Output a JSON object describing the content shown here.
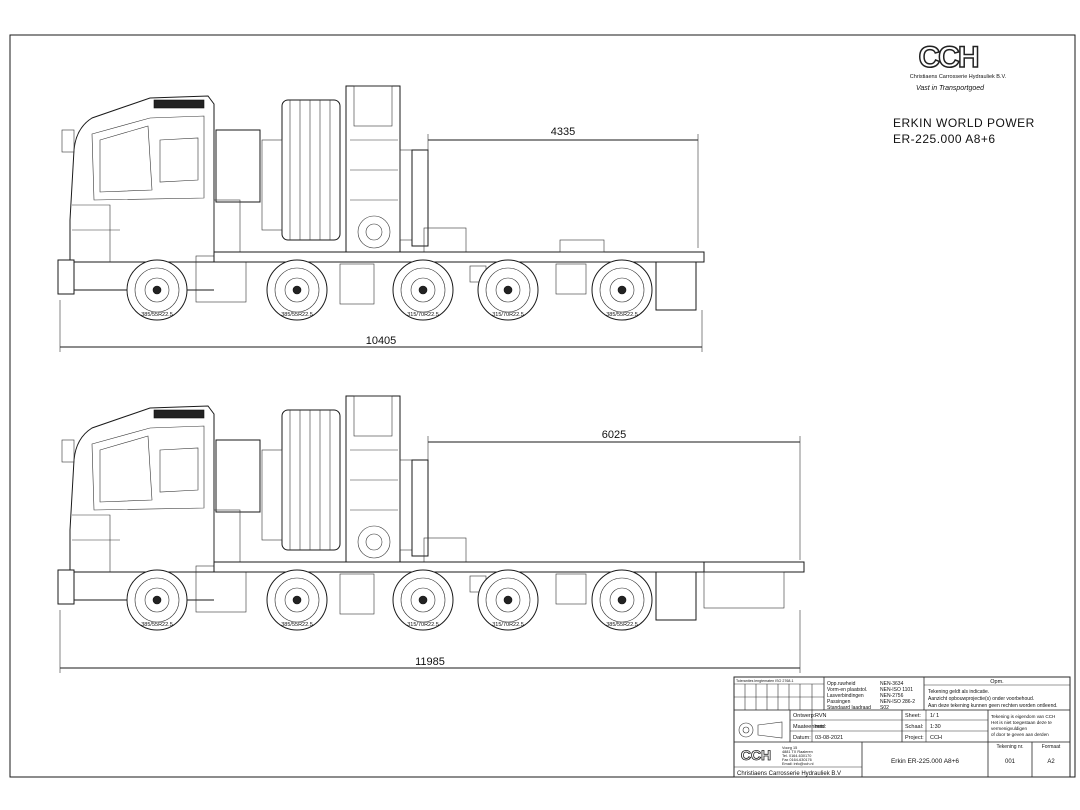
{
  "logo": {
    "text": "CCH",
    "company": "Christiaens Carrosserie Hydrauliek B.V.",
    "slogan": "Vast in Transportgoed"
  },
  "title": {
    "line1": "ERKIN WORLD POWER",
    "line2": "ER-225.000 A8+6"
  },
  "views": [
    {
      "reach_dim": "4335",
      "overall_dim": "10405",
      "tires": [
        "385/55R22.5",
        "385/55R22.5",
        "315/70R22.5",
        "315/70R22.5",
        "385/55R22.5"
      ]
    },
    {
      "reach_dim": "6025",
      "overall_dim": "11985",
      "tires": [
        "385/55R22.5",
        "385/55R22.5",
        "315/70R22.5",
        "315/70R22.5",
        "385/55R22.5"
      ]
    }
  ],
  "titleblock": {
    "tolerance_header": "Toleranties lengtematen ISO 2768-1",
    "standards": [
      {
        "label": "Opp.ruwheid",
        "value": "NEN-3634"
      },
      {
        "label": "Vorm-en plaatstol.",
        "value": "NEN-ISO 1101"
      },
      {
        "label": "Lasverbindingen",
        "value": "NEN-2756"
      },
      {
        "label": "Passingen",
        "value": "NEN-ISO 286-2"
      },
      {
        "label": "Standaard laadraad",
        "value": "S02"
      }
    ],
    "opm_label": "Opm.",
    "opm_lines": [
      "Tekening geldt als indicatie.",
      "Aanzicht opbouwprojectie(s) onder voorbehoud.",
      "Aan deze tekening kunnen geen rechten worden ontleend."
    ],
    "ontwerp_label": "Ontwerp:",
    "ontwerp_value": "RVN",
    "maat_label": "Maateenheid:",
    "maat_value": "mm",
    "datum_label": "Datum:",
    "datum_value": "03-08-2021",
    "sheet_label": "Sheet:",
    "sheet_value": "1/ 1",
    "schaal_label": "Schaal:",
    "schaal_value": "1:30",
    "project_label": "Project:",
    "project_value": "CCH",
    "eigendom_lines": [
      "Tekening is eigendom van CCH",
      "Het is niet toegestaan deze te",
      "vermenigvuldigen",
      "of door te geven aan derden"
    ],
    "tekening_nr_label": "Tekening nr.",
    "tekening_nr_value": "001",
    "formaat_label": "Formaat",
    "formaat_value": "A2",
    "address_lines": [
      "Voorg 15",
      "4881 TX Raaleren",
      "Tel. 0164-630170",
      "Fax 0164-630176",
      "Email: info@cch.nl"
    ],
    "description": "Erkin ER-225.000 A8+6",
    "company_full": "Christiaens Carrosserie Hydrauliek B.V"
  }
}
